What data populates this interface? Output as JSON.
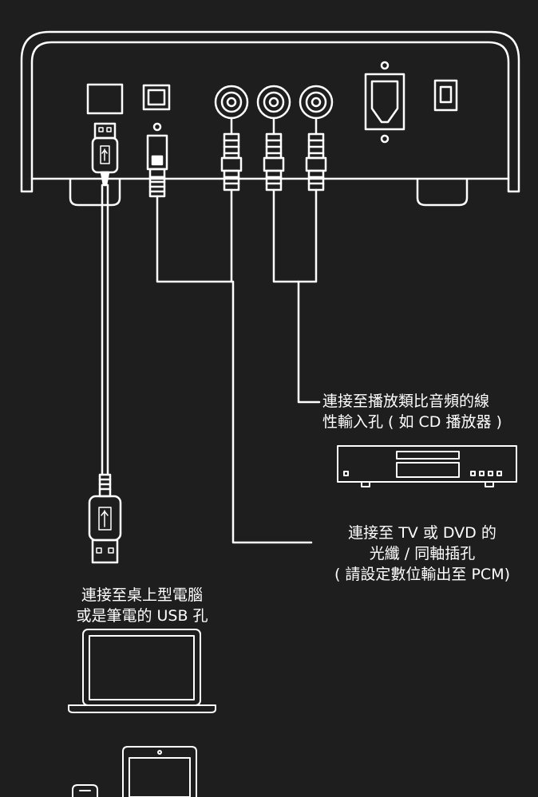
{
  "labels": {
    "analog": {
      "line1": "連接至播放類比音頻的線",
      "line2": "性輸入孔 ( 如 CD 播放器 )"
    },
    "tv": {
      "line1": "連接至 TV 或 DVD 的",
      "line2": "光纖 / 同軸插孔",
      "line3": "( 請設定數位輸出至 PCM)"
    },
    "pc": {
      "line1": "連接至桌上型電腦",
      "line2": "或是筆電的 USB 孔"
    }
  },
  "colors": {
    "background": "#1f1e1e",
    "line": "#ffffff"
  },
  "icons": [
    "usb-port-icon",
    "optical-port-icon",
    "rca-jack-icon",
    "power-socket-icon",
    "power-switch-icon",
    "usb-plug-icon",
    "optical-plug-icon",
    "rca-plug-icon",
    "cd-player-icon",
    "laptop-icon",
    "tablet-icon",
    "phone-icon"
  ]
}
